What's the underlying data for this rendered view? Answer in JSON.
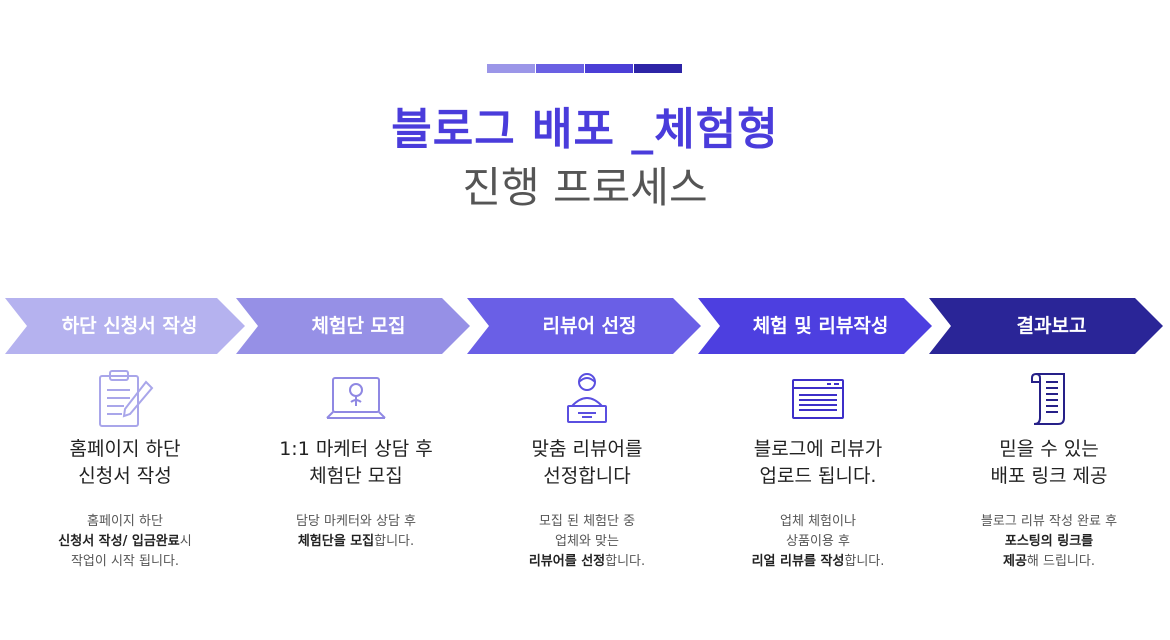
{
  "header": {
    "title": "블로그 배포 _체험형",
    "subtitle": "진행 프로세스",
    "bar_colors": [
      "#9b96e8",
      "#6a60e3",
      "#4b3ed6",
      "#2d24a6"
    ]
  },
  "steps": [
    {
      "label": "하단 신청서 작성",
      "color": "#b5b2ef",
      "icon": "clipboard-pen-icon",
      "heading": "홈페이지 하단\n신청서 작성",
      "desc": {
        "line1": "홈페이지 하단",
        "line2_bold": "신청서 작성/ 입금완료",
        "line2_rest": "시",
        "line3": "작업이 시작 됩니다."
      }
    },
    {
      "label": "체험단 모집",
      "color": "#9690e6",
      "icon": "laptop-person-icon",
      "heading": "1:1 마케터 상담 후\n체험단 모집",
      "desc": {
        "line1": "담당 마케터와 상담 후",
        "line2_bold": "체험단을 모집",
        "line2_rest": "합니다."
      }
    },
    {
      "label": "리뷰어 선정",
      "color": "#6a5fe6",
      "icon": "reviewer-desk-icon",
      "heading": "맞춤 리뷰어를\n선정합니다",
      "desc": {
        "line1": "모집 된 체험단 중",
        "line2": "업체와 맞는",
        "line3_bold": "리뷰어를 선정",
        "line3_rest": "합니다."
      }
    },
    {
      "label": "체험 및 리뷰작성",
      "color": "#4d3fe0",
      "icon": "browser-window-icon",
      "heading": "블로그에 리뷰가\n업로드 됩니다.",
      "desc": {
        "line1": "업체 체험이나",
        "line2": "상품이용 후",
        "line3_bold": "리얼 리뷰를 작성",
        "line3_rest": "합니다."
      }
    },
    {
      "label": "결과보고",
      "color": "#2a2597",
      "icon": "document-list-icon",
      "heading": "믿을 수 있는\n배포 링크 제공",
      "desc": {
        "line1": "블로그 리뷰 작성 완료 후",
        "line2_bold": "포스팅의 링크를",
        "line3_bold": "제공",
        "line3_rest": "해 드립니다."
      }
    }
  ]
}
